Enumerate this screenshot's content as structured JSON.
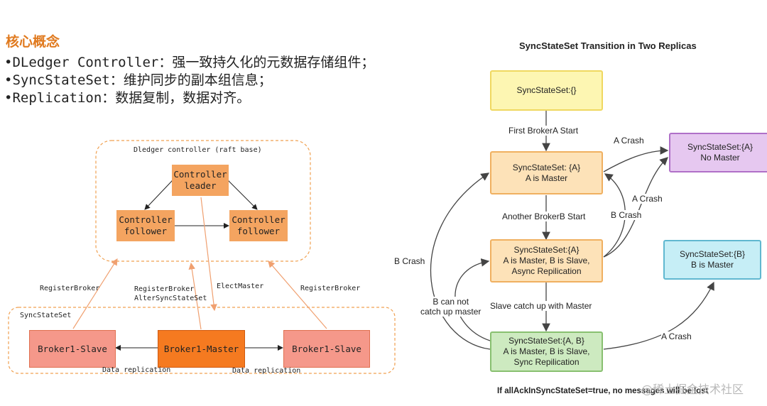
{
  "heading": "核心概念",
  "bullets": [
    "•DLedger Controller：强一致持久化的元数据存储组件；",
    "•SyncStateSet：维护同步的副本组信息；",
    "•Replication：数据复制，数据对齐。"
  ],
  "left_diagram": {
    "controller_group_label": "Dledger controller (raft base)",
    "leader": "Controller\nleader",
    "follower_left": "Controller\nfollower",
    "follower_right": "Controller\nfollower",
    "syncstateset_label": "SyncStateSet",
    "broker_slave_left": "Broker1-Slave",
    "broker_master": "Broker1-Master",
    "broker_slave_right": "Broker1-Slave",
    "edge_register_left": "RegisterBroker",
    "edge_register_mid": "RegisterBroker\nAlterSyncStateSet",
    "edge_elect_master": "ElectMaster",
    "edge_register_right": "RegisterBroker",
    "edge_data_rep_left": "Data replication",
    "edge_data_rep_right": "Data replication"
  },
  "right_diagram": {
    "title": "SyncStateSet Transition in Two Replicas",
    "states": {
      "s0": "SyncStateSet:{}",
      "s1": "SyncStateSet: {A}\nA is Master",
      "s2": "SyncStateSet:{A}\nA is Master, B is Slave,\nAsync Repilication",
      "s3": "SyncStateSet:{A,  B}\nA is Master, B is Slave,\nSync Repilication",
      "no_master": "SyncStateSet:{A}\nNo Master",
      "b_master": "SyncStateSet:{B}\nB is Master"
    },
    "edges": {
      "first_start": "First BrokerA Start",
      "another_start": "Another BrokerB Start",
      "catch_up": "Slave catch up with Master",
      "cannot_catch": "B can not\ncatch up master",
      "a_crash_1": "A Crash",
      "a_crash_2": "A Crash",
      "a_crash_3": "A Crash",
      "b_crash_1": "B Crash",
      "b_crash_2": "B Crash"
    },
    "footer": "If allAckInSyncStateSet=true, no messages will be lost"
  },
  "watermark": "@稀土掘金技术社区",
  "colors": {
    "heading": "#e07a1f",
    "controller_box": "#f4a460",
    "group_border": "#f0a050",
    "broker_slave": "#f5988a",
    "broker_master": "#f57a20",
    "arrow_orange": "#f0a070",
    "state_yellow": "#fdf6b2",
    "state_peach": "#fde2b8",
    "state_purple": "#e6c8f0",
    "state_cyan": "#c6eef6",
    "state_green": "#cdeac0"
  }
}
